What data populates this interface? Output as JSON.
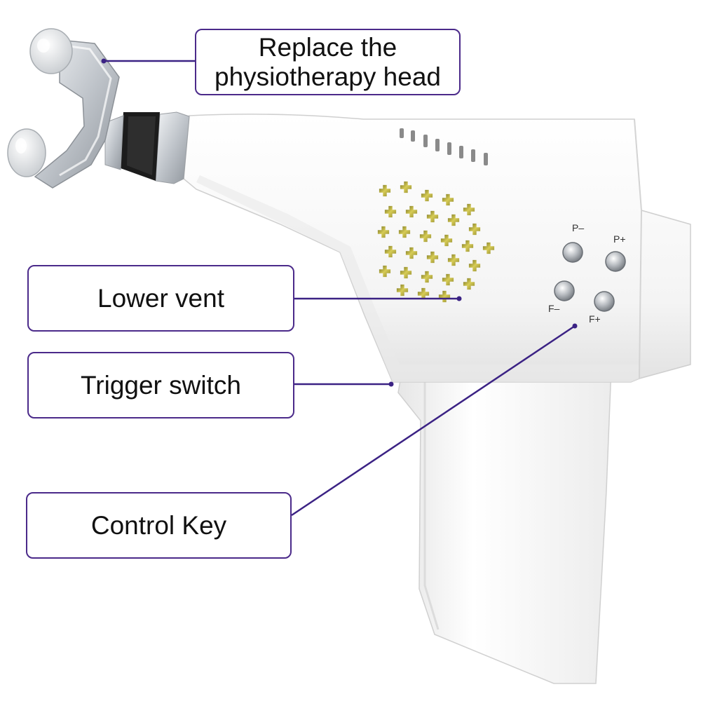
{
  "colors": {
    "callout_border": "#4b2a8a",
    "leader_line": "#3b2284",
    "device_body": "#ffffff",
    "vent_gold": "#bfb33a",
    "metal": "#c9cdd2"
  },
  "callouts": {
    "head_line1": "Replace the",
    "head_line2": "physiotherapy head",
    "vent": "Lower vent",
    "trigger": "Trigger switch",
    "control": "Control Key"
  },
  "device_keys": {
    "p_minus": "P–",
    "p_plus": "P+",
    "f_minus": "F–",
    "f_plus": "F+"
  }
}
